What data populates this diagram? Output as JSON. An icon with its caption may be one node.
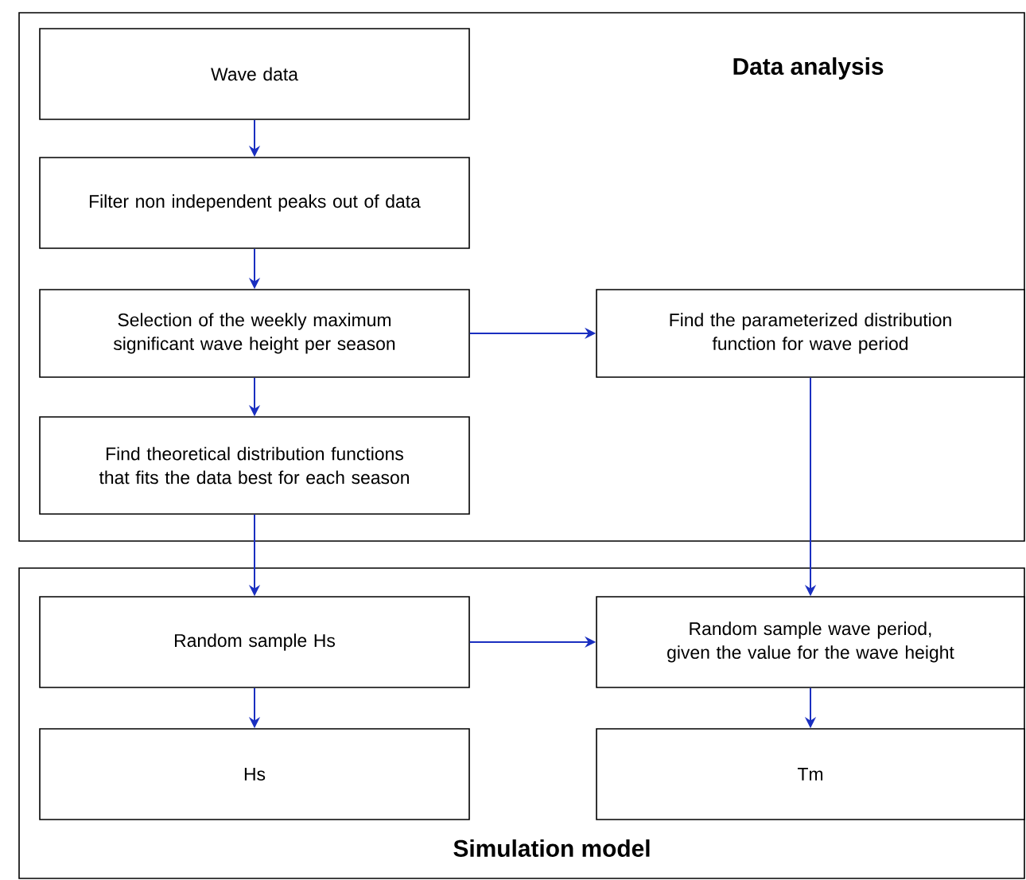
{
  "diagram": {
    "nodes": [
      {
        "text": [
          "Data analysis"
        ]
      },
      {
        "text": [
          "Wave data"
        ],
        "in": 0
      },
      {
        "text": [
          "Filter non independent peaks out of data"
        ],
        "in": 0
      },
      {
        "text": [
          "Selection of the weekly maximum significant wave height per season"
        ],
        "in": 0
      },
      {
        "text": [
          "Find theoretical distribution functions that fits the data best for each season"
        ],
        "in": 0
      },
      {
        "text": [
          "Find the parameterized distribution function for wave period"
        ],
        "in": 0
      },
      {
        "text": [
          "Simulation model"
        ]
      },
      {
        "text": [
          "Random sample Hs"
        ],
        "in": 6
      },
      {
        "text": [
          "Random sample wave period, given the value for the wave height"
        ],
        "in": 6
      },
      {
        "text": [
          "Hs"
        ],
        "in": 6
      },
      {
        "text": [
          "Tm"
        ],
        "in": 6
      }
    ],
    "edges": [
      {
        "from": 1,
        "to": 2,
        "arrow": "to"
      },
      {
        "from": 2,
        "to": 3,
        "arrow": "to"
      },
      {
        "from": 3,
        "to": 4,
        "arrow": "to"
      },
      {
        "from": 3,
        "to": 5,
        "arrow": "to"
      },
      {
        "from": 4,
        "to": 7,
        "arrow": "to"
      },
      {
        "from": 5,
        "to": 8,
        "arrow": "to"
      },
      {
        "from": 7,
        "to": 8,
        "arrow": "to"
      },
      {
        "from": 7,
        "to": 9,
        "arrow": "to"
      },
      {
        "from": 8,
        "to": 10,
        "arrow": "to"
      }
    ]
  }
}
